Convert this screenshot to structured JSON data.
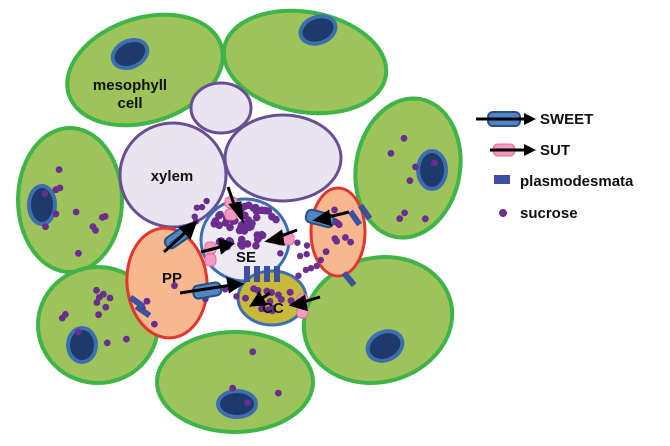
{
  "labels": {
    "mesophyll": "mesophyll",
    "cell": "cell",
    "xylem": "xylem",
    "se": "SE",
    "pp": "PP",
    "cc": "CC"
  },
  "legend": {
    "sweet": "SWEET",
    "sut": "SUT",
    "plasmodesmata": "plasmodesmata",
    "sucrose": "sucrose"
  },
  "colors": {
    "mesophyll_fill": "#9dc35a",
    "mesophyll_stroke": "#3fb449",
    "nucleus_fill": "#1d3a6b",
    "nucleus_stroke": "#3d6fb0",
    "xylem_fill": "#e8e4f0",
    "xylem_stroke": "#6a4e93",
    "pp_fill": "#f7b88f",
    "pp_stroke": "#e4352c",
    "se_stroke": "#3d6fb0",
    "cc_fill": "#c8b93a",
    "cc_stroke": "#3d6fb0",
    "sucrose": "#6b2d8f",
    "sweet": "#4f86c6",
    "sut": "#f29ac0",
    "plasmodesmata": "#3c4fa0"
  }
}
